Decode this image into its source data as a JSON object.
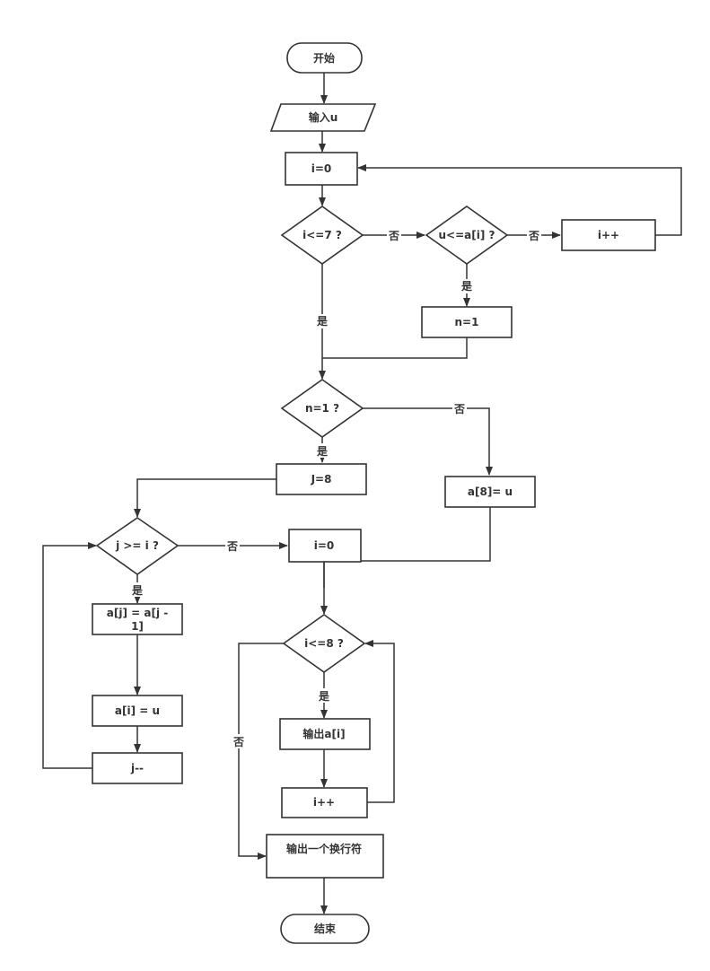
{
  "flowchart": {
    "nodes": {
      "start": "开始",
      "input_u": "输入u",
      "init_i": "i=0",
      "cond_i_le_7": "i<=7 ?",
      "cond_u_le_ai": "u<=a[i]  ?",
      "inc_i_1": "i++",
      "set_n": "n=1",
      "cond_n_eq_1": "n=1 ?",
      "set_j": "J=8",
      "set_a8": "a[8]= u",
      "cond_j_ge_i": "j >= i ?",
      "reset_i": "i=0",
      "shift_line1": "a[j]  = a[j -",
      "shift_line2": "1]",
      "cond_i_le_8": "i<=8 ?",
      "assign_ai": "a[i]  = u",
      "output_ai": "输出a[i]",
      "dec_j": "j--",
      "inc_i_2": "i++",
      "output_newline": "输出一个换行符",
      "end": "结束"
    },
    "edge_labels": {
      "yes": "是",
      "no": "否"
    }
  }
}
